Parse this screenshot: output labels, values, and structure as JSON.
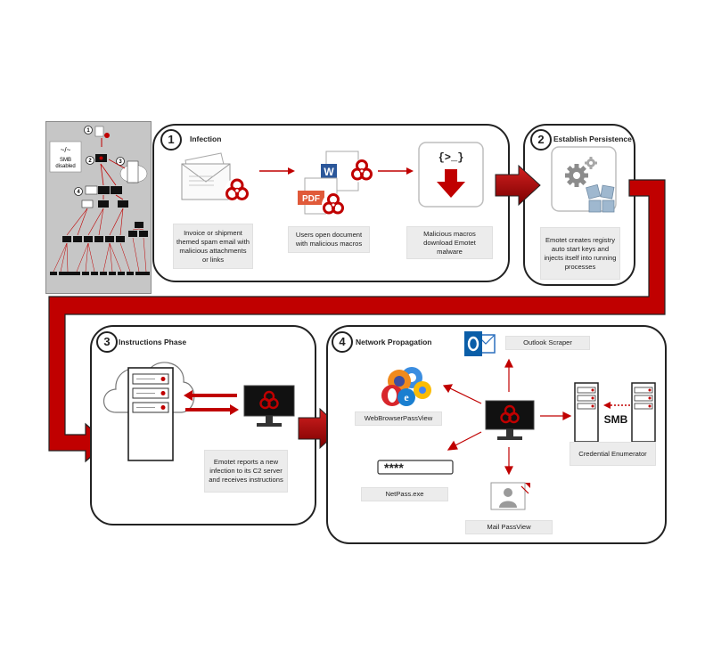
{
  "thumbnail": {
    "steps": [
      "1",
      "2",
      "3",
      "4"
    ],
    "smb_glyph": "~/~",
    "smb_line1": "SMB",
    "smb_line2": "disabled"
  },
  "phases": {
    "infection": {
      "number": "1",
      "title": "Infection",
      "captions": [
        "Invoice or shipment themed spam email with malicious attachments or links",
        "Users open document with malicious macros",
        "Malicious macros download Emotet malware"
      ],
      "macro_glyph": "{>_}",
      "pdf_label": "PDF",
      "word_label": "W"
    },
    "persistence": {
      "number": "2",
      "title": "Establish Persistence",
      "caption": "Emotet creates registry auto start keys and injects itself into running processes"
    },
    "instructions": {
      "number": "3",
      "title": "Instructions Phase",
      "caption": "Emotet reports a new infection to its C2 server and receives instructions"
    },
    "network": {
      "number": "4",
      "title": "Network Propagation",
      "tools": {
        "outlook": "Outlook Scraper",
        "browser": "WebBrowserPassView",
        "netpass": "NetPass.exe",
        "mail": "Mail PassView",
        "credential": "Credential Enumerator"
      },
      "password_mask": "****",
      "smb_label": "SMB"
    }
  },
  "colors": {
    "accent": "#c00000",
    "dark_red": "#8b0000",
    "border": "#222222",
    "caption_bg": "#ececec",
    "thumbnail_bg": "#c6c6c6"
  }
}
